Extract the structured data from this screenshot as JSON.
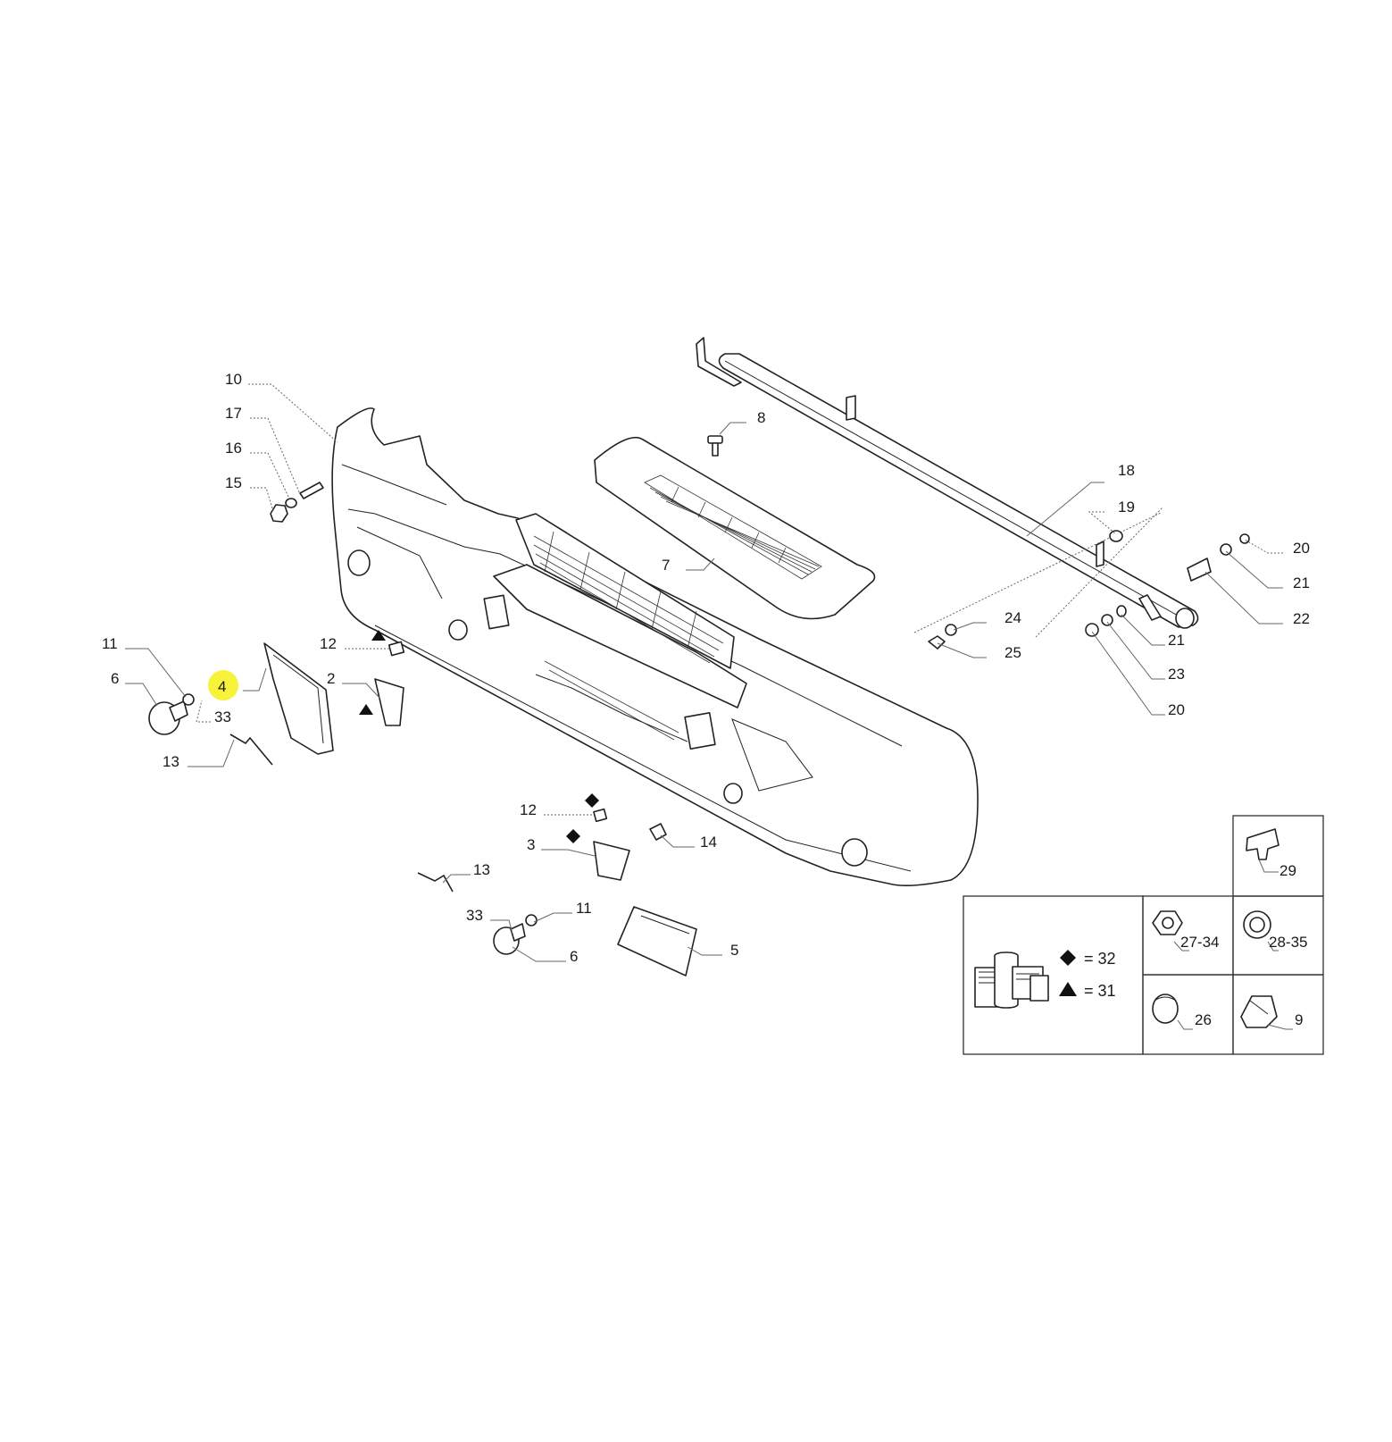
{
  "highlight_color": "#f7f23a",
  "callouts": {
    "c2": "2",
    "c3": "3",
    "c4": "4",
    "c5": "5",
    "c6a": "6",
    "c6b": "6",
    "c7": "7",
    "c8": "8",
    "c9": "9",
    "c10": "10",
    "c11a": "11",
    "c11b": "11",
    "c12a": "12",
    "c12b": "12",
    "c13a": "13",
    "c13b": "13",
    "c14": "14",
    "c15": "15",
    "c16": "16",
    "c17": "17",
    "c18": "18",
    "c19": "19",
    "c20a": "20",
    "c20b": "20",
    "c21a": "21",
    "c21b": "21",
    "c22": "22",
    "c23": "23",
    "c24": "24",
    "c25": "25",
    "c26": "26",
    "c27_34": "27-34",
    "c28_35": "28-35",
    "c29": "29",
    "c33a": "33",
    "c33b": "33"
  },
  "legend": {
    "diamond_text": "= 32",
    "triangle_text": "= 31"
  }
}
